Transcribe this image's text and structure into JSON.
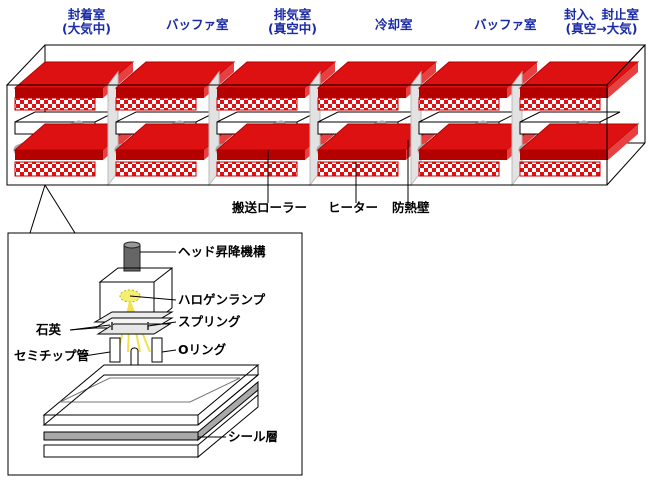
{
  "chambers": [
    {
      "line1": "封着室",
      "line2": "(大気中)"
    },
    {
      "line1": "バッファ室",
      "line2": ""
    },
    {
      "line1": "排気室",
      "line2": "(真空中)"
    },
    {
      "line1": "冷却室",
      "line2": ""
    },
    {
      "line1": "バッファ室",
      "line2": ""
    },
    {
      "line1": "封入、封止室",
      "line2": "(真空→大気)"
    }
  ],
  "furnace_labels": {
    "roller": "搬送ローラー",
    "heater": "ヒーター",
    "insulation": "防熱壁"
  },
  "head_labels": {
    "lift": "ヘッド昇降機構",
    "lamp": "ハロゲンランプ",
    "quartz": "石英",
    "spring": "スプリング",
    "tube": "セミチップ管",
    "oring": "Oリング",
    "seal": "シール層"
  },
  "colors": {
    "title_blue": "#1a2aa8",
    "heater_red": "#dd1111",
    "heater_dark": "#b50000",
    "roller_gray": "#a9a9a9",
    "lamp_yellow": "#f4ee74"
  }
}
